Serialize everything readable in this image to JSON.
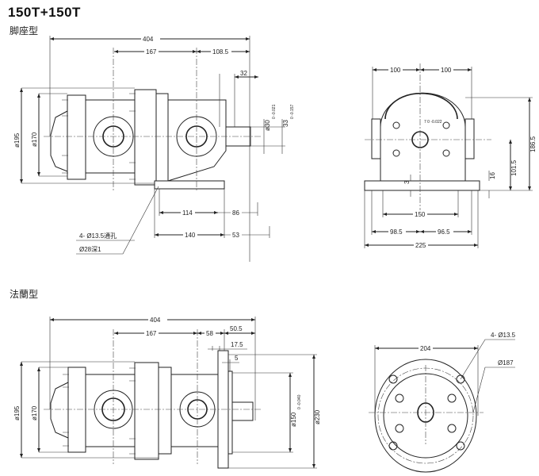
{
  "title": "150T+150T",
  "sections": {
    "foot": {
      "label": "脚座型",
      "side": {
        "d404": "404",
        "d167": "167",
        "d108_5": "108.5",
        "d32": "32",
        "d195": "ø195",
        "d170": "ø170",
        "d30": "ø30",
        "d30_tol": "0 -0.021",
        "d33": "33",
        "d33_tol": "0 -0.157",
        "d114": "114",
        "d86": "86",
        "d140": "140",
        "d53": "53",
        "hole_note": "4- Ø13.5通孔",
        "cb_note": "Ø28深1"
      },
      "end": {
        "d100a": "100",
        "d100b": "100",
        "d186_5": "186.5",
        "d101_5": "101.5",
        "d16": "16",
        "d3": "3",
        "d150": "150",
        "d98_5": "98.5",
        "d96_5": "96.5",
        "d225": "225",
        "key": "7 0 -0.022"
      }
    },
    "flange": {
      "label": "法蘭型",
      "side": {
        "d404": "404",
        "d167": "167",
        "d58": "58",
        "d50_5": "50.5",
        "d17_5": "17.5",
        "d5": "5",
        "d195": "ø195",
        "d170": "ø170",
        "d150": "ø150",
        "d150_tol": "0 -0.040",
        "d230": "ø230"
      },
      "end": {
        "d204": "204",
        "holes": "4- Ø13.5",
        "pcd": "Ø187"
      }
    }
  }
}
